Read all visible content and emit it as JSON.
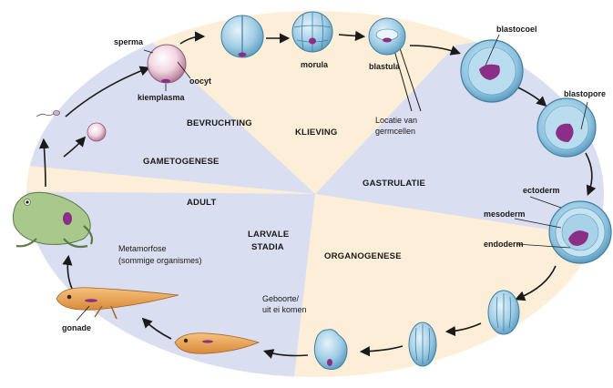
{
  "stages": {
    "bevruchting": "BEVRUCHTING",
    "klieving": "KLIEVING",
    "gametogenese": "GAMETOGENESE",
    "gastrulatie": "GASTRULATIE",
    "adult": "ADULT",
    "larvale_1": "LARVALE",
    "larvale_2": "STADIA",
    "organogenese": "ORGANOGENESE"
  },
  "labels": {
    "sperma": "sperma",
    "oocyt": "oocyt",
    "kiemplasma": "kiemplasma",
    "morula": "morula",
    "blastula": "blastula",
    "locatie_1": "Locatie van",
    "locatie_2": "germcellen",
    "blastocoel": "blastocoel",
    "blastopore": "blastopore",
    "ectoderm": "ectoderm",
    "mesoderm": "mesoderm",
    "endoderm": "endoderm",
    "metamorfose_1": "Metamorfose",
    "metamorfose_2": "(sommige organismes)",
    "gonade": "gonade",
    "geboorte_1": "Geboorte/",
    "geboorte_2": "uit ei komen"
  },
  "colors": {
    "blue_sector": "#d9def0",
    "cream_sector": "#fdeed8",
    "embryo_blue": "#8fc3de",
    "germ_plasm": "#8b2f86",
    "tadpole": "#e7a24e",
    "frog": "#a9c98c"
  }
}
